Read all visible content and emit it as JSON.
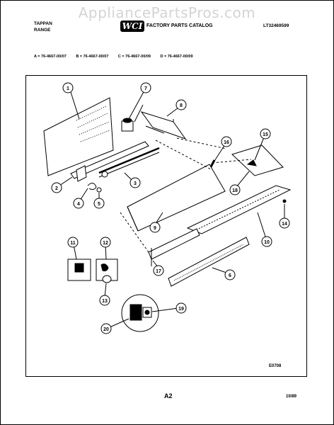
{
  "watermark": "AppliancePartsPros.com",
  "header": {
    "brand_line1": "TAPPAN",
    "brand_line2": "RANGE",
    "catalog_title": "FACTORY PARTS CATALOG",
    "catalog_number": "LT32469599",
    "logo_text": "WCI"
  },
  "models": [
    "A = 76-4667-00/07",
    "B = 76-4667-00/07",
    "C = 76-4667-00/09",
    "D = 76-4667-00/09"
  ],
  "callouts": [
    "1",
    "2",
    "3",
    "4",
    "5",
    "6",
    "7",
    "8",
    "9",
    "10",
    "11",
    "12",
    "13",
    "14",
    "15",
    "16",
    "17",
    "18",
    "19",
    "20"
  ],
  "footer": {
    "diagram_code": "E0708",
    "page_label": "A2",
    "date": "10/89"
  }
}
